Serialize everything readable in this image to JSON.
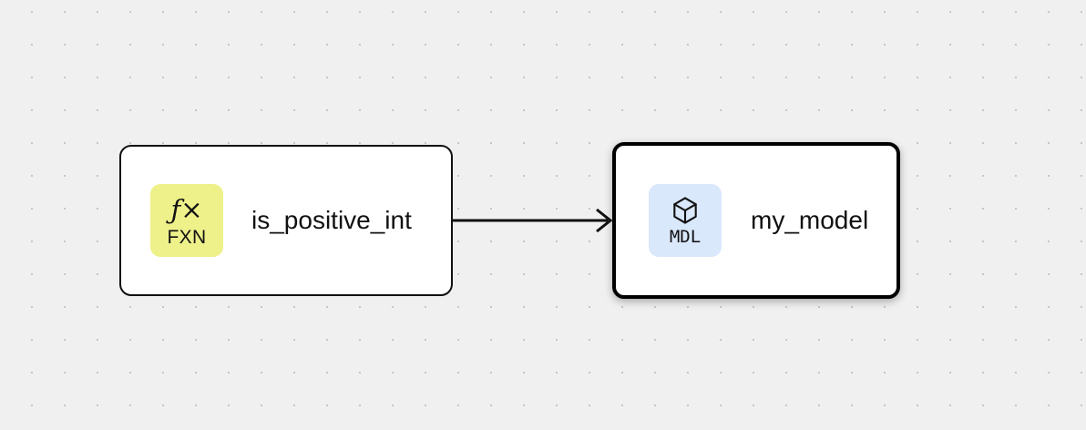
{
  "canvas": {
    "background_color": "#f0f0f0",
    "dot_color": "#b8b8b8",
    "grid_spacing": 36
  },
  "nodes": [
    {
      "id": "fxn-node",
      "title": "is_positive_int",
      "badge": {
        "glyph": "ƒ×",
        "glyph_name": "fx-icon",
        "caption": "FXN",
        "color": "#eef08a"
      },
      "selected": false
    },
    {
      "id": "mdl-node",
      "title": "my_model",
      "badge": {
        "glyph_name": "cube-icon",
        "caption": "MDL",
        "color": "#d9e8fb"
      },
      "selected": true
    }
  ],
  "edges": [
    {
      "id": "edge-fxn-to-mdl",
      "from": "fxn-node",
      "to": "mdl-node",
      "color": "#111111",
      "arrowhead": "open-chevron"
    }
  ]
}
